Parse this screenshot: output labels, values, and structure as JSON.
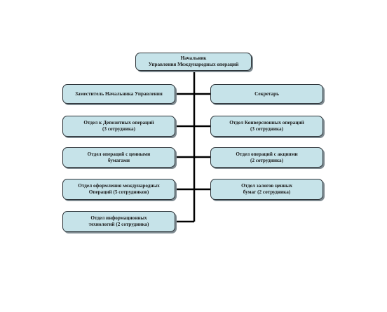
{
  "colors": {
    "box_fill": "#c6e3e9",
    "border": "#2c3338",
    "connector": "#000000"
  },
  "head": {
    "line1": "Начальник",
    "line2": "Управления Международных операций"
  },
  "left": [
    {
      "lines": [
        "Заместитель Начальника Управления"
      ]
    },
    {
      "lines": [
        "Отдел к Депозитных операций",
        "(3 сотрудника)"
      ]
    },
    {
      "lines": [
        "Отдел операций с ценными",
        "бумагами"
      ]
    },
    {
      "lines": [
        "Отдел оформления международных",
        "Операций (5 сотрудников)"
      ]
    },
    {
      "lines": [
        "Отдел информационных",
        "технологий (2 сотрудника)"
      ]
    }
  ],
  "right": [
    {
      "lines": [
        "Секретарь"
      ]
    },
    {
      "lines": [
        "Отдел Конверсионных операций",
        "(3 сотрудника)"
      ]
    },
    {
      "lines": [
        "Отдел операций с акциями",
        "(2 сотрудника)"
      ]
    },
    {
      "lines": [
        "Отдел залогов ценных",
        "бумаг (2 сотрудника)"
      ]
    }
  ]
}
